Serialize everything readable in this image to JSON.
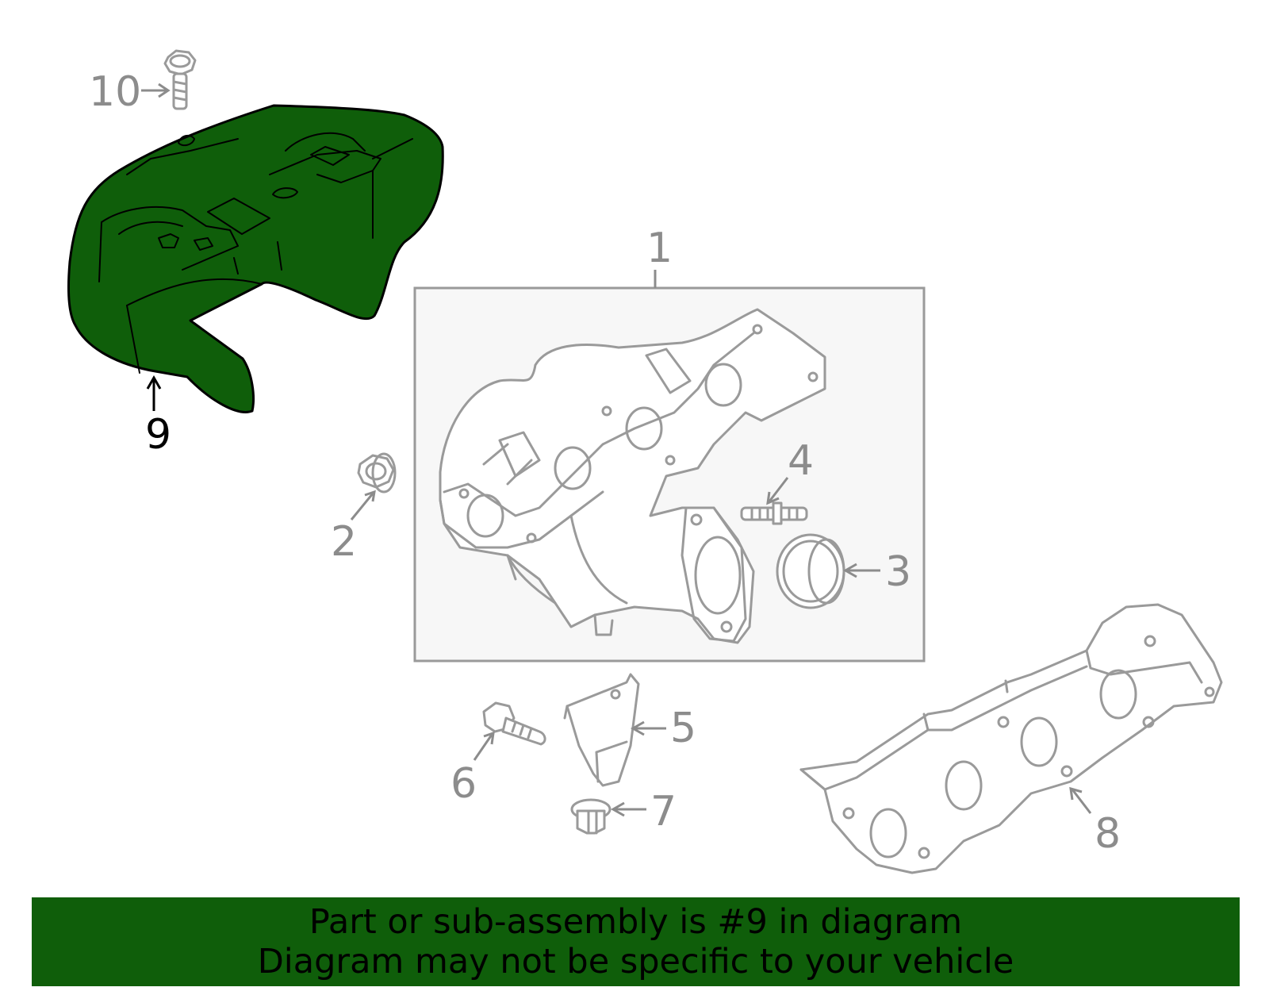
{
  "diagram": {
    "callouts": {
      "c1": "1",
      "c2": "2",
      "c3": "3",
      "c4": "4",
      "c5": "5",
      "c6": "6",
      "c7": "7",
      "c8": "8",
      "c9": "9",
      "c10": "10"
    },
    "highlighted_part": "9",
    "colors": {
      "highlight": "#0f5e0a",
      "line_gray": "#9a9a9a",
      "assembly_box_fill": "#f7f7f7"
    }
  },
  "banner": {
    "line1": "Part or sub-assembly is #9 in diagram",
    "line2": "Diagram may not be specific to your vehicle"
  }
}
